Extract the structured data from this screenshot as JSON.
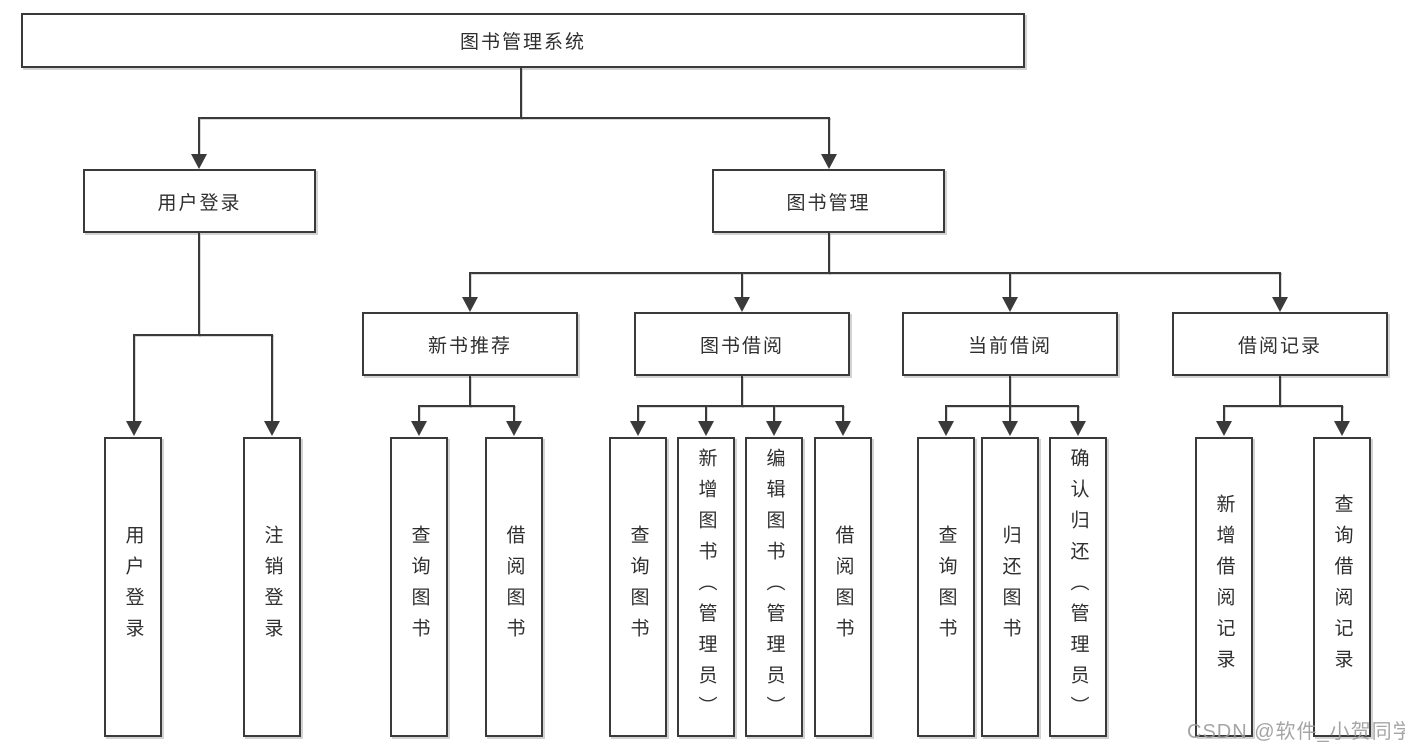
{
  "diagram": {
    "root": {
      "label": "图书管理系统"
    },
    "level2": [
      {
        "label": "用户登录"
      },
      {
        "label": "图书管理"
      }
    ],
    "level3": [
      {
        "label": "新书推荐"
      },
      {
        "label": "图书借阅"
      },
      {
        "label": "当前借阅"
      },
      {
        "label": "借阅记录"
      }
    ],
    "leaves": [
      {
        "label": "用户登录"
      },
      {
        "label": "注销登录"
      },
      {
        "label": "查询图书"
      },
      {
        "label": "借阅图书"
      },
      {
        "label": "查询图书"
      },
      {
        "label": "新增图书（管理员）"
      },
      {
        "label": "编辑图书（管理员）"
      },
      {
        "label": "借阅图书"
      },
      {
        "label": "查询图书"
      },
      {
        "label": "归还图书"
      },
      {
        "label": "确认归还（管理员）"
      },
      {
        "label": "新增借阅记录"
      },
      {
        "label": "查询借阅记录"
      }
    ],
    "tree": [
      {
        "parent": "图书管理系统",
        "children": [
          "用户登录",
          "图书管理"
        ]
      },
      {
        "parent": "用户登录",
        "children": [
          "用户登录",
          "注销登录"
        ]
      },
      {
        "parent": "图书管理",
        "children": [
          "新书推荐",
          "图书借阅",
          "当前借阅",
          "借阅记录"
        ]
      },
      {
        "parent": "新书推荐",
        "children": [
          "查询图书",
          "借阅图书"
        ]
      },
      {
        "parent": "图书借阅",
        "children": [
          "查询图书",
          "新增图书（管理员）",
          "编辑图书（管理员）",
          "借阅图书"
        ]
      },
      {
        "parent": "当前借阅",
        "children": [
          "查询图书",
          "归还图书",
          "确认归还（管理员）"
        ]
      },
      {
        "parent": "借阅记录",
        "children": [
          "新增借阅记录",
          "查询借阅记录"
        ]
      }
    ],
    "colors": {
      "line": "#3a3a3a",
      "box_border": "#3a3a3a",
      "text": "#2f2f2f",
      "background": "#ffffff",
      "watermark": "#9b9b9b"
    }
  },
  "watermark": {
    "text": "CSDN @软件_小贺同学"
  }
}
